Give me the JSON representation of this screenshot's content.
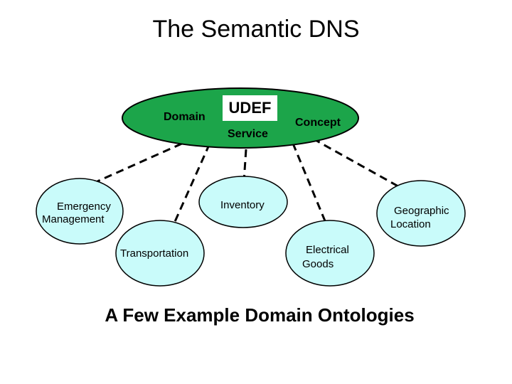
{
  "title": "The Semantic DNS",
  "hub": {
    "udef": "UDEF",
    "domain": "Domain",
    "service": "Service",
    "concept": "Concept",
    "fill_color": "#1ca54a"
  },
  "nodes": {
    "emergency_line1": "Emergency",
    "emergency_line2": "Management",
    "transportation": "Transportation",
    "inventory": "Inventory",
    "electrical_line1": "Electrical",
    "electrical_line2": "Goods",
    "geographic_line1": "Geographic",
    "geographic_line2": "Location",
    "fill_color": "#c9fbfa"
  },
  "caption": "A Few Example Domain Ontologies"
}
